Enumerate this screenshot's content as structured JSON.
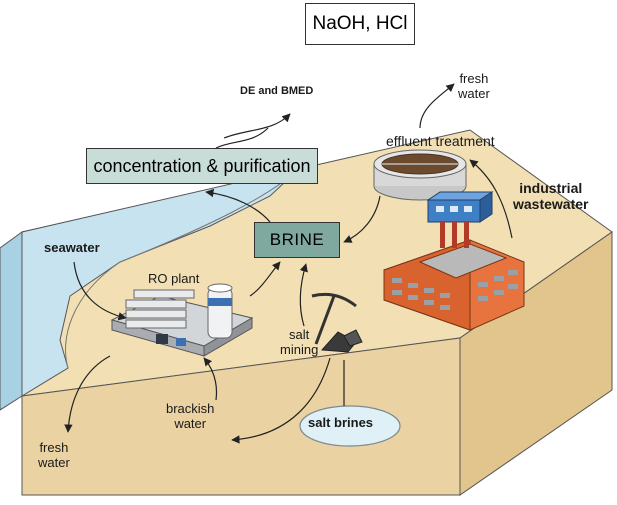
{
  "diagram": {
    "product_box": "NaOH, HCl",
    "process_label": "DE and BMED",
    "concentration_box": "concentration & purification",
    "brine_box": "BRINE",
    "fresh_water_top": [
      "fresh",
      "water"
    ],
    "effluent_treatment": "effluent treatment",
    "industrial_wastewater": [
      "industrial",
      "wastewater"
    ],
    "seawater": "seawater",
    "ro_plant": "RO plant",
    "salt_mining": [
      "salt",
      "mining"
    ],
    "brackish_water": [
      "brackish",
      "water"
    ],
    "fresh_water_bottom": [
      "fresh",
      "water"
    ],
    "salt_brines": "salt brines"
  },
  "colors": {
    "ground_top": "#f2dfb4",
    "ground_front": "#ead2a2",
    "ground_side": "#e2c48d",
    "sea": "#c7e3ef",
    "sea_side": "#a8d2e4",
    "concentration_fill": "#c9ddd8",
    "brine_fill": "#7fa99e",
    "brick": "#e7743f",
    "factory_top": "#3f7fc5"
  }
}
